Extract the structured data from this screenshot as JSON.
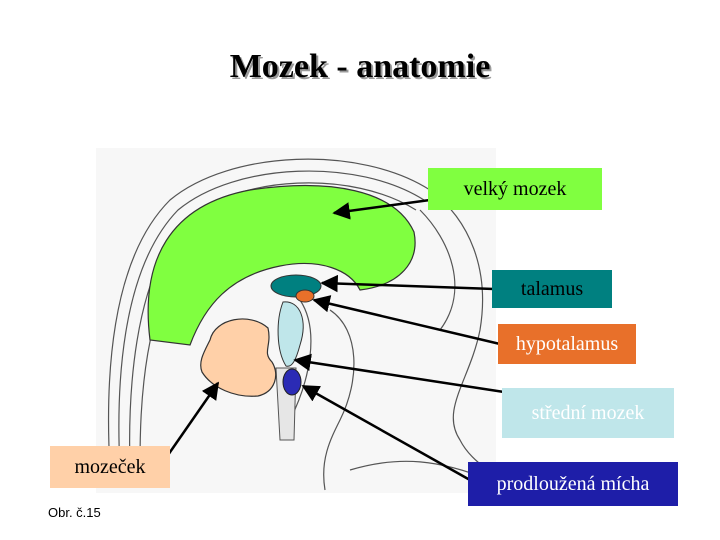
{
  "title": "Mozek - anatomie",
  "labels": {
    "velky_mozek": "velký mozek",
    "talamus": "talamus",
    "hypotalamus": "hypotalamus",
    "stredni_mozek": "střední mozek",
    "mozecek": "mozeček",
    "prodlouzena_micha": "prodloužená mícha"
  },
  "caption": "Obr. č.15",
  "colors": {
    "velky_mozek": "#80ff40",
    "talamus": "#008080",
    "hypotalamus": "#e8702a",
    "stredni_mozek": "#bfe6ea",
    "mozecek": "#ffd0a8",
    "prodlouzena_micha": "#1e1ea8"
  }
}
